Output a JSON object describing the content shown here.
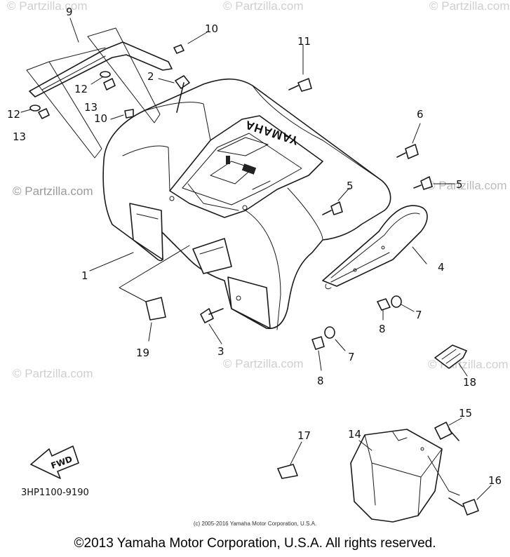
{
  "diagram": {
    "brand_text": "YAMAHA",
    "fwd_text": "FWD",
    "drawing_code": "3HP1100-9190",
    "watermark": "© Partzilla.com",
    "callouts": {
      "c1": "1",
      "c2": "2",
      "c3": "3",
      "c4": "4",
      "c5a": "5",
      "c5b": "5",
      "c6": "6",
      "c7a": "7",
      "c7b": "7",
      "c8a": "8",
      "c8b": "8",
      "c9": "9",
      "c10a": "10",
      "c10b": "10",
      "c11": "11",
      "c12a": "12",
      "c12b": "12",
      "c13a": "13",
      "c13b": "13",
      "c14": "14",
      "c15": "15",
      "c16": "16",
      "c17": "17",
      "c18": "18",
      "c19": "19"
    }
  },
  "footer": {
    "small_copyright": "(c) 2005-2016 Yamaha Motor Corporation, U.S.A.",
    "copyright": "©2013 Yamaha Motor Corporation, U.S.A. All rights reserved."
  }
}
